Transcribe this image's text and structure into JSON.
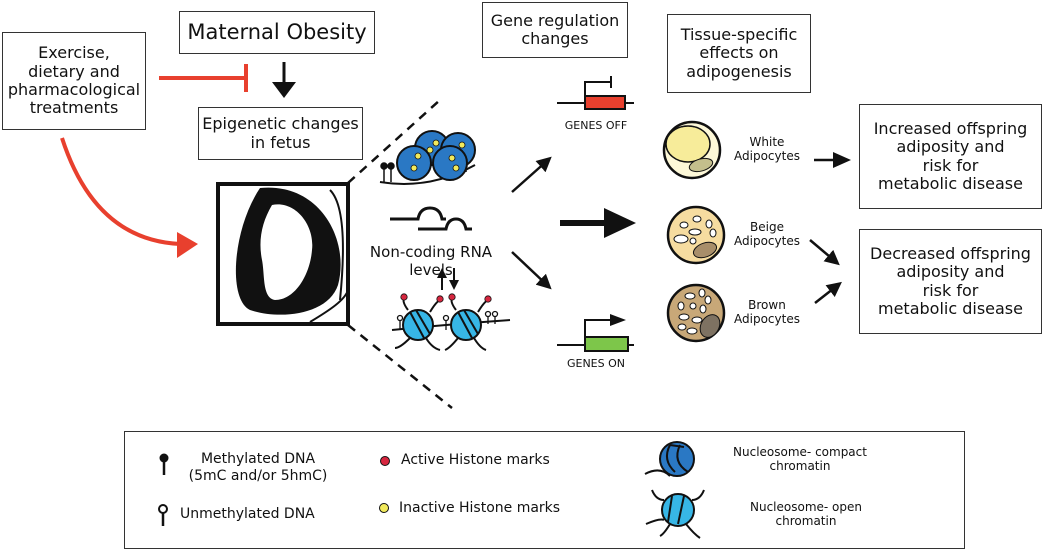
{
  "boxes": {
    "treatments": "Exercise,\ndietary and\npharmacological\ntreatments",
    "maternal_obesity": "Maternal Obesity",
    "epigenetic": "Epigenetic changes\nin fetus",
    "gene_regulation": "Gene regulation\nchanges",
    "tissue_specific": "Tissue-specific\neffects on\nadipogenesis",
    "increased": "Increased offspring\nadiposity and\nrisk for\nmetabolic disease",
    "decreased": "Decreased offspring\nadiposity and\nrisk for\nmetabolic disease"
  },
  "labels": {
    "ncrna": "Non-coding RNA\nlevels",
    "genes_off": "GENES OFF",
    "genes_on": "GENES ON",
    "white": "White\nAdipocytes",
    "beige": "Beige\nAdipocytes",
    "brown": "Brown\nAdipocytes"
  },
  "legend": {
    "methylated": "Methylated DNA\n(5mC and/or 5hmC)",
    "unmethylated": "Unmethylated DNA",
    "active": "Active Histone marks",
    "inactive": "Inactive Histone marks",
    "compact": "Nucleosome- compact\nchromatin",
    "open": "Nucleosome- open\nchromatin"
  },
  "colors": {
    "inhibit_red": "#e8402e",
    "genes_off": "#e8402e",
    "genes_on": "#7dc64a",
    "compact_nucleosome": "#2a78c4",
    "open_nucleosome": "#37b6e6",
    "active_mark": "#d6263f",
    "inactive_mark": "#f2ea5c",
    "white_adipocyte": "#fdf8d8",
    "beige_adipocyte": "#f6dca0",
    "brown_adipocyte": "#c8a878"
  }
}
